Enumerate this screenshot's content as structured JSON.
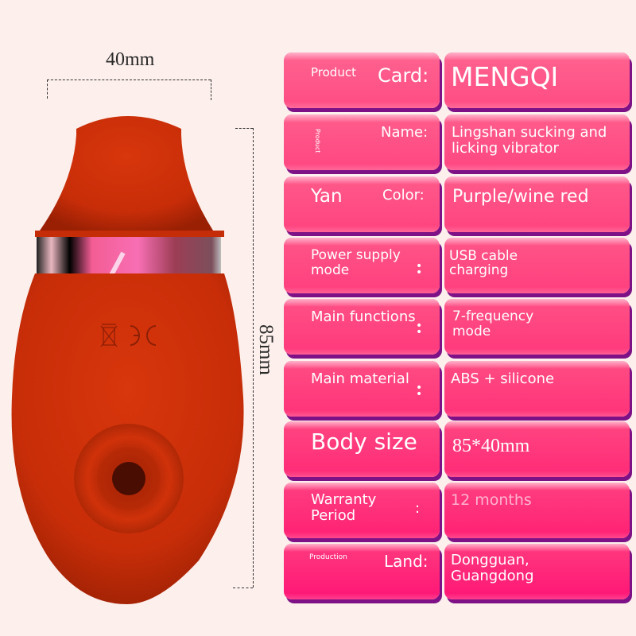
{
  "dimensions": {
    "width_label": "40mm",
    "height_label": "85mm"
  },
  "product_image": {
    "color": "#d0300a",
    "markings": [
      "weee-bin-icon",
      "ce-mark-icon"
    ]
  },
  "specs": [
    {
      "label_small": "Product",
      "label_main": "Card:",
      "value": "MENGQI"
    },
    {
      "label_small": "Product",
      "label_main": "Name:",
      "value_line1": "Lingshan sucking and",
      "value_line2": "licking vibrator"
    },
    {
      "label_small": "Yan",
      "label_main": "Color:",
      "value": "Purple/wine red"
    },
    {
      "label_line1": "Power supply",
      "label_line2": "mode",
      "value_line1": "USB cable",
      "value_line2": "charging"
    },
    {
      "label_main": "Main functions",
      "value_line1": "7-frequency",
      "value_line2": "mode"
    },
    {
      "label_main": "Main material",
      "value": "ABS + silicone"
    },
    {
      "label_main": "Body size",
      "value": "85*40mm"
    },
    {
      "label_line1": "Warranty",
      "label_line2": "Period",
      "colon": ":",
      "value": "12 months"
    },
    {
      "label_small": "Production",
      "label_main": "Land:",
      "value_line1": "Dongguan,",
      "value_line2": "Guangdong"
    }
  ],
  "colors": {
    "background": "#fcefec",
    "card_top": "#ff5a8a",
    "card_bottom": "#ff1a80",
    "card_shadow": "#7d1185"
  }
}
